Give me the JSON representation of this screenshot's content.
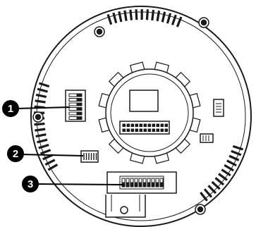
{
  "figure": {
    "type": "line-drawing",
    "subject": "camera-dome-base-underside",
    "ink_color": "#1a1a1a",
    "fill_color": "#ffffff",
    "callout_fill": "#000000",
    "callout_text_color": "#ffffff"
  },
  "callouts": [
    {
      "number": "1",
      "target": "dip-switch-block-left"
    },
    {
      "number": "2",
      "target": "small-connector"
    },
    {
      "number": "3",
      "target": "dip-switch-block-bottom"
    }
  ]
}
